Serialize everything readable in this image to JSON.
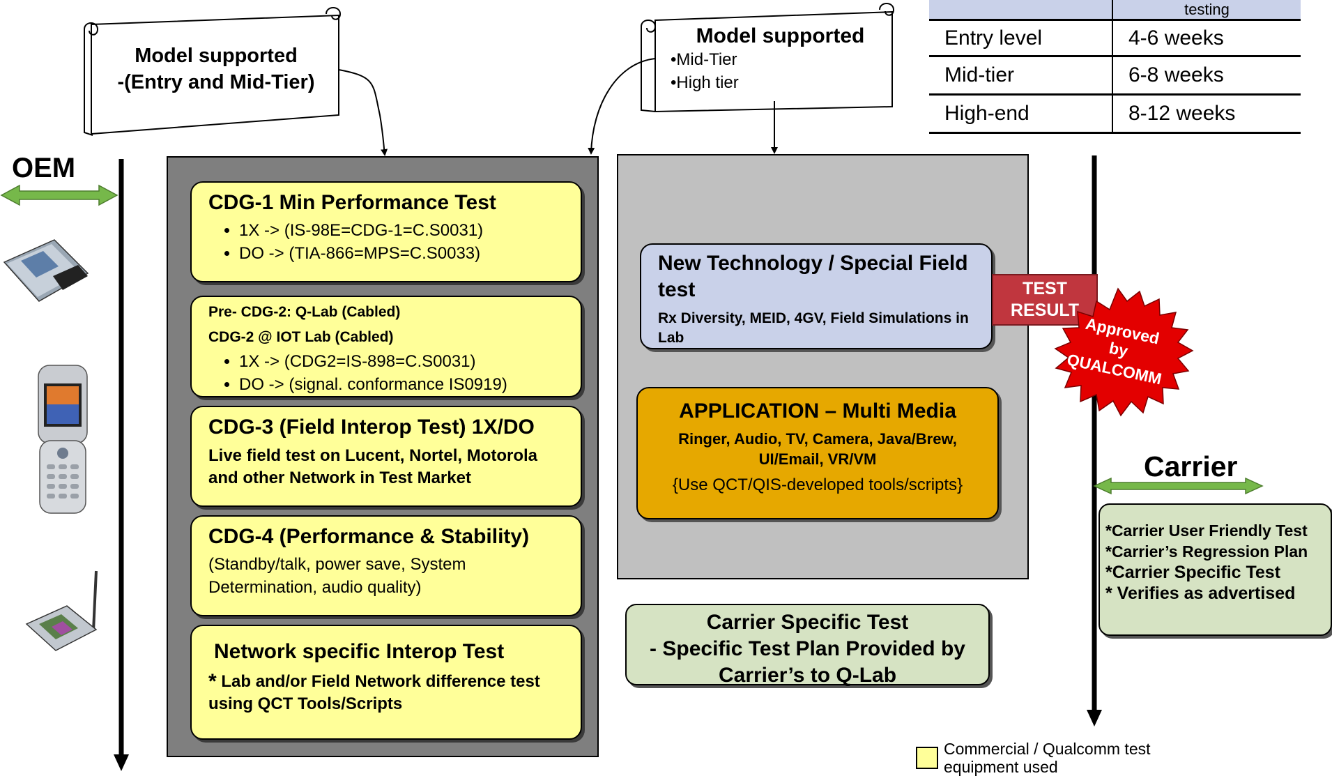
{
  "scroll_left": {
    "line1": "Model supported",
    "line2": "-(Entry and Mid-Tier)"
  },
  "scroll_right": {
    "title": "Model supported",
    "items": [
      "•Mid-Tier",
      "•High tier"
    ]
  },
  "table": {
    "header": [
      "",
      "testing"
    ],
    "rows": [
      [
        "Entry level",
        "4-6 weeks"
      ],
      [
        "Mid-tier",
        "6-8 weeks"
      ],
      [
        "High-end",
        "8-12 weeks"
      ]
    ]
  },
  "oem_label": "OEM",
  "carrier_label": "Carrier",
  "cdg1": {
    "title": "CDG-1 Min Performance Test",
    "items": [
      "1X -> (IS-98E=CDG-1=C.S0031)",
      "DO -> (TIA-866=MPS=C.S0033)"
    ]
  },
  "cdg2": {
    "line1": "Pre- CDG-2: Q-Lab (Cabled)",
    "line2": "CDG-2 @ IOT Lab (Cabled)",
    "items": [
      "1X -> (CDG2=IS-898=C.S0031)",
      "DO -> (signal. conformance IS0919)"
    ]
  },
  "cdg3": {
    "title": "CDG-3 (Field Interop Test) 1X/DO",
    "body": "Live field test on Lucent, Nortel, Motorola and other Network in Test Market"
  },
  "cdg4": {
    "title": "CDG-4 (Performance & Stability)",
    "body": "(Standby/talk, power save, System Determination, audio quality)"
  },
  "network": {
    "title": "Network specific Interop Test",
    "star": "*",
    "body": "Lab and/or Field Network difference test using QCT Tools/Scripts"
  },
  "new_tech": {
    "title": "New Technology / Special Field test",
    "body": "Rx Diversity, MEID, 4GV, Field Simulations in Lab"
  },
  "application": {
    "title": "APPLICATION – Multi Media",
    "body": "Ringer, Audio, TV, Camera, Java/Brew, UI/Email, VR/VM",
    "note": "{Use QCT/QIS-developed tools/scripts}"
  },
  "carrier_specific": {
    "line1": "Carrier Specific Test",
    "line2": "- Specific Test Plan Provided by",
    "line3": "Carrier’s to Q-Lab"
  },
  "carrier_list": [
    "*Carrier User Friendly Test",
    "*Carrier’s Regression Plan",
    "*Carrier Specific Test",
    "* Verifies as advertised"
  ],
  "test_result": {
    "line1": "TEST",
    "line2": "RESULT"
  },
  "approved_seal": [
    "Approved",
    "by",
    "QUALCOMM"
  ],
  "legend": {
    "text": "Commercial / Qualcomm  test equipment used"
  },
  "colors": {
    "yellow_box": "#ffff99",
    "dark_panel": "#7f7f7f",
    "light_panel": "#c0c0c0",
    "blue_box": "#c9d1e9",
    "orange_box": "#e6a800",
    "green_box": "#d6e3c3",
    "arrow_green": "#6aa84f",
    "seal_red": "#e00000",
    "test_result_red": "#c0363e"
  }
}
